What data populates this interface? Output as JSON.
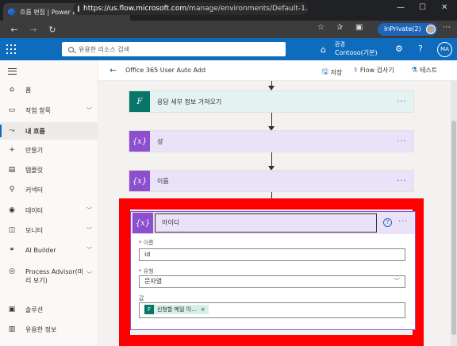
{
  "browser": {
    "tab_title": "흐름 편집 | Power Automate",
    "tab_close": "✕",
    "new_tab": "+",
    "url_host": "https://us.flow.microsoft.com",
    "url_path": "/manage/environments/Default-1...",
    "inprivate_label": "InPrivate(2)",
    "window_controls": [
      "—",
      "☐",
      "✕"
    ]
  },
  "header": {
    "search_placeholder": "유용한 리소스 검색",
    "env_label": "환경",
    "env_name": "Contoso(기본)",
    "user_initials": "MA"
  },
  "leftnav": {
    "items": [
      {
        "label": "홈",
        "icon": "⌂",
        "chevron": false
      },
      {
        "label": "작업 항목",
        "icon": "▭",
        "chevron": true
      },
      {
        "label": "내 흐름",
        "icon": "⤳",
        "chevron": false,
        "active": true
      },
      {
        "label": "만들기",
        "icon": "+",
        "chevron": false
      },
      {
        "label": "템플릿",
        "icon": "▤",
        "chevron": false
      },
      {
        "label": "커넥터",
        "icon": "⚲",
        "chevron": false
      },
      {
        "label": "데이터",
        "icon": "◉",
        "chevron": true
      },
      {
        "label": "모니터",
        "icon": "◫",
        "chevron": true
      },
      {
        "label": "AI Builder",
        "icon": "⚭",
        "chevron": true
      },
      {
        "label": "Process Advisor(미리 보기)",
        "icon": "◎",
        "chevron": true
      },
      {
        "label": "솔루션",
        "icon": "▣",
        "chevron": false
      },
      {
        "label": "유용한 정보",
        "icon": "▥",
        "chevron": false
      }
    ]
  },
  "cmdbar": {
    "flow_name": "Office 365 User Auto Add",
    "save": "저장",
    "checker": "Flow 검사기",
    "test": "테스트"
  },
  "steps": [
    {
      "title": "응답 세부 정보 가져오기",
      "kind": "forms"
    },
    {
      "title": "성",
      "kind": "variable"
    },
    {
      "title": "이름",
      "kind": "variable"
    }
  ],
  "expanded_step": {
    "title": "아이디",
    "name_label": "이름",
    "name_value": "id",
    "type_label": "유형",
    "type_value": "문자열",
    "value_label": "값",
    "token_label": "신청할 메일 이...",
    "token_remove": "×"
  },
  "icons": {
    "variable": "{x}",
    "more": "···",
    "help": "?"
  }
}
